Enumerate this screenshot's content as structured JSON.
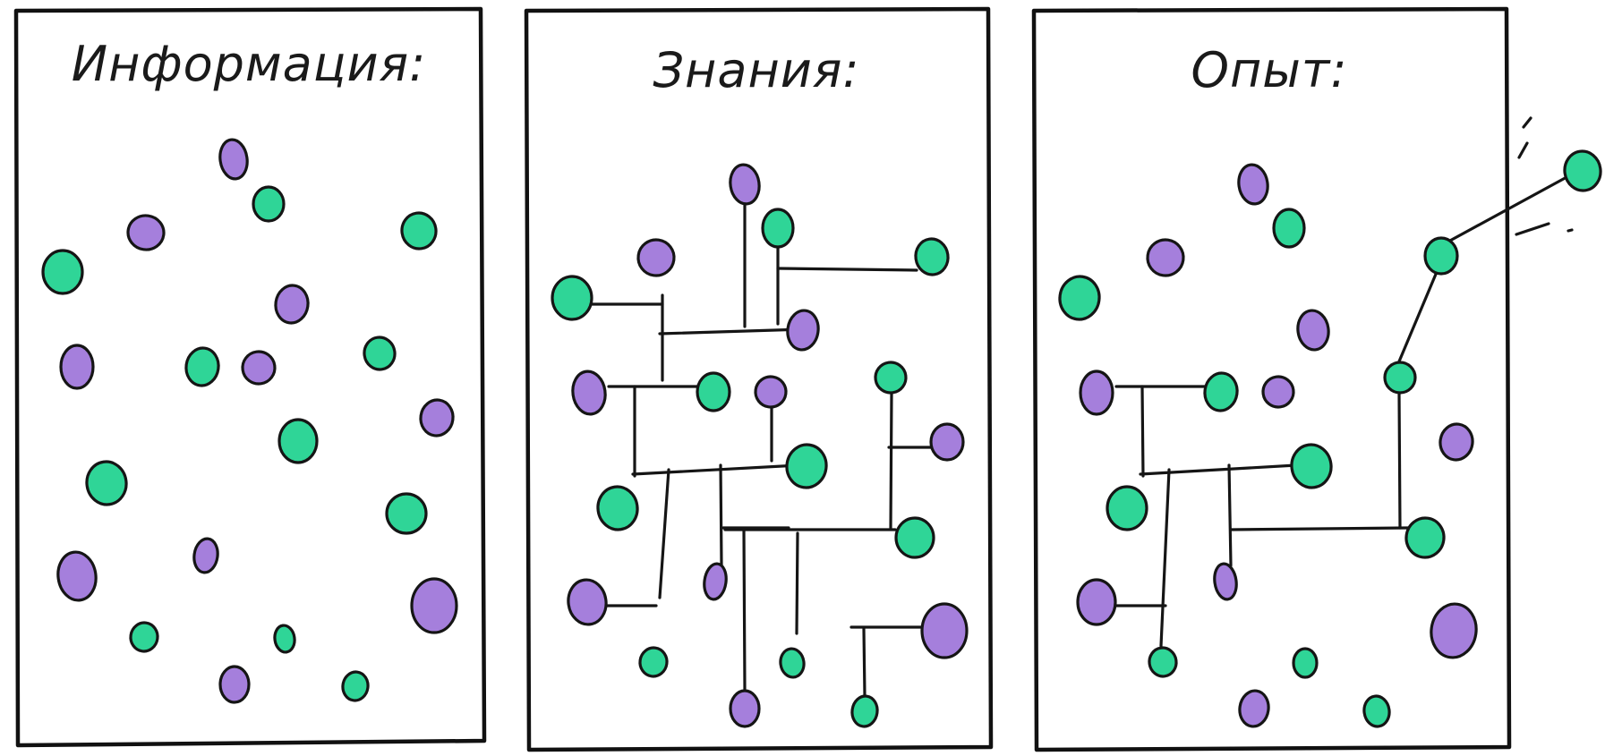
{
  "colors": {
    "purple": "#a57fdc",
    "green": "#2fd597",
    "outline": "#151515"
  },
  "panels": [
    {
      "id": "information",
      "title": "Информация:"
    },
    {
      "id": "knowledge",
      "title": "Знания:"
    },
    {
      "id": "experience",
      "title": "Опыт:"
    }
  ]
}
